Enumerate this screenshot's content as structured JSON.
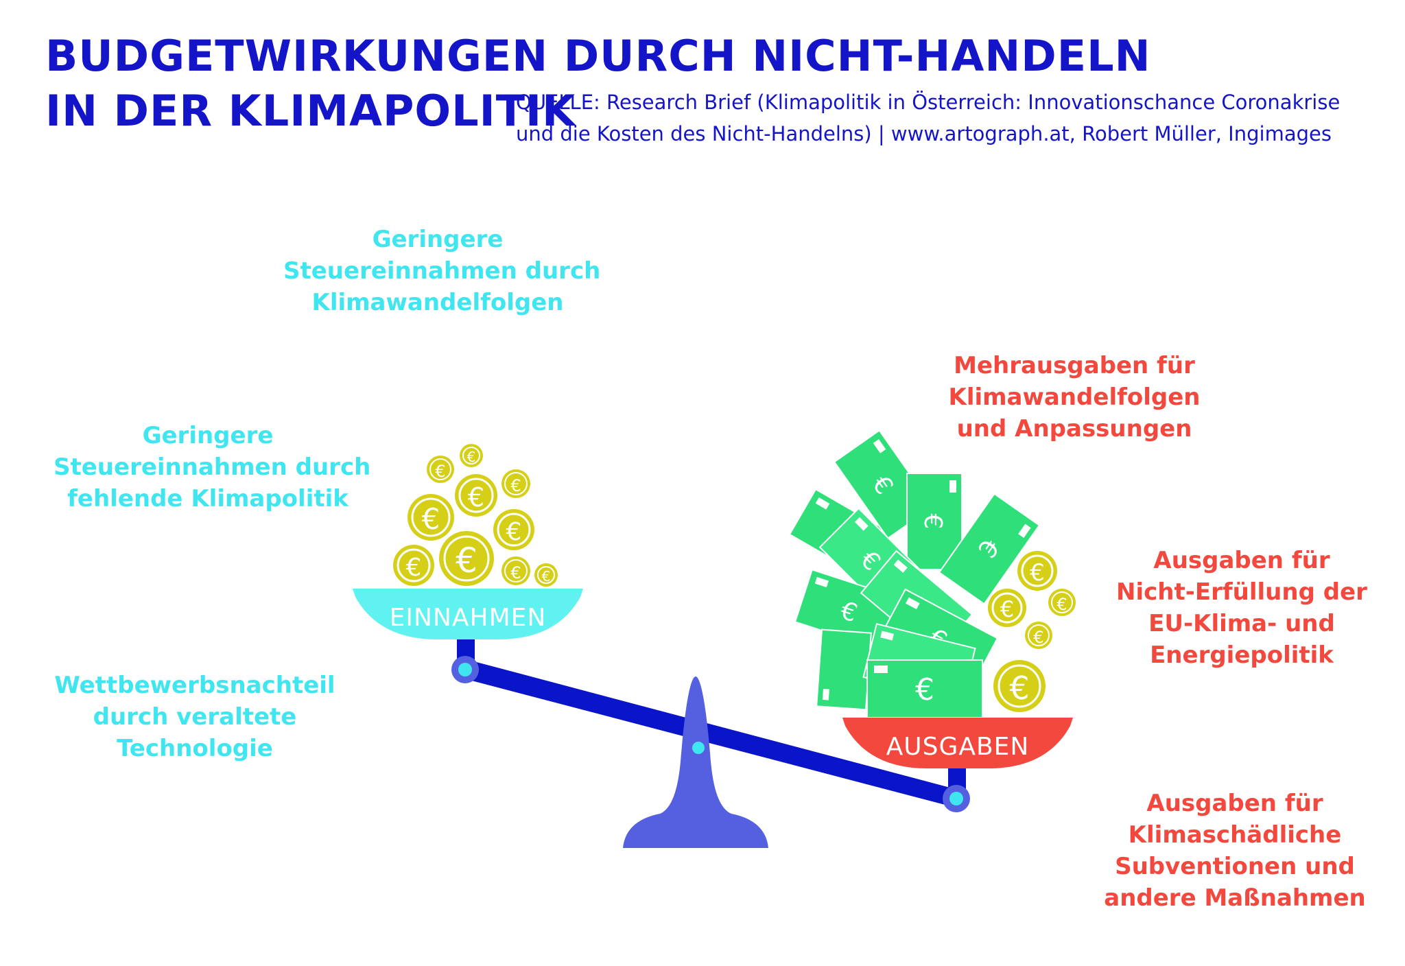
{
  "header": {
    "title_line1": "BUDGETWIRKUNGEN DURCH NICHT-HANDELN",
    "title_line2": "IN DER KLIMAPOLITIK",
    "source_line1": "QUELLE: Research Brief (Klimapolitik in Österreich: Innovationschance Coronakrise",
    "source_line2": "und die Kosten des Nicht-Handelns) | www.artograph.at, Robert Müller, Ingimages"
  },
  "income_labels": [
    {
      "lines": [
        "Geringere",
        "Steuereinnahmen durch",
        "Klimawandelfolgen"
      ]
    },
    {
      "lines": [
        "Geringere",
        "Steuereinnahmen durch",
        "fehlende Klimapolitik"
      ]
    },
    {
      "lines": [
        "Wettbewerbsnachteil",
        "durch veraltete",
        "Technologie"
      ]
    }
  ],
  "expense_labels": [
    {
      "lines": [
        "Mehrausgaben für",
        "Klimawandelfolgen",
        "und Anpassungen"
      ]
    },
    {
      "lines": [
        "Ausgaben für",
        "Nicht-Erfüllung der",
        "EU-Klima- und",
        "Energiepolitik"
      ]
    },
    {
      "lines": [
        "Ausgaben für",
        "Klimaschädliche",
        "Subventionen und",
        "andere Maßnahmen"
      ]
    }
  ],
  "scale": {
    "left_pan_label": "EINNAHMEN",
    "right_pan_label": "AUSGABEN",
    "currency_symbol": "€"
  },
  "colors": {
    "title": "#1414c8",
    "income": "#3fe6f0",
    "expense": "#f2483d",
    "beam": "#0a14c8",
    "stand": "#5560e0",
    "coin": "#d6cf18",
    "banknote": "#2fe07a"
  }
}
